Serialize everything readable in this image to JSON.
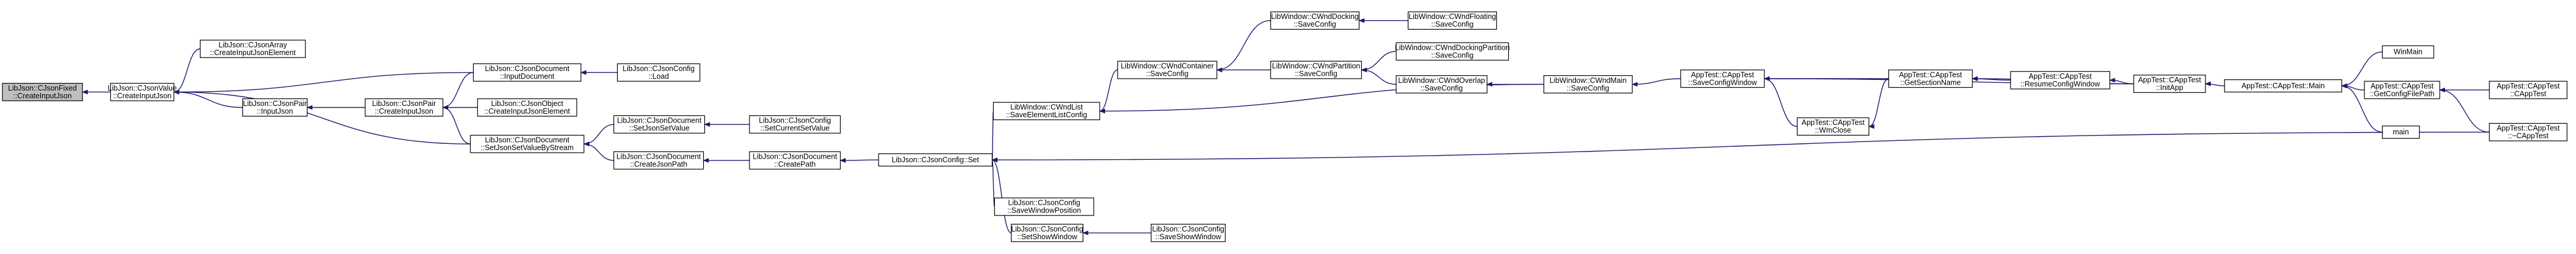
{
  "colors": {
    "edge": "#191970",
    "root_fill": "#bfbfbf",
    "node_fill": "#ffffff",
    "node_border": "#000000"
  },
  "nodes": [
    {
      "id": "n0",
      "lines": [
        "LibJson::CJsonFixed",
        "::CreateInputJson"
      ]
    },
    {
      "id": "n1",
      "lines": [
        "LibJson::CJsonValue",
        "::CreateInputJson"
      ]
    },
    {
      "id": "n2",
      "lines": [
        "LibJson::CJsonArray",
        "::CreateInputJsonElement"
      ]
    },
    {
      "id": "n3",
      "lines": [
        "LibJson::CJsonPair",
        "::InputJson"
      ]
    },
    {
      "id": "n4",
      "lines": [
        "LibJson::CJsonDocument",
        "::InputDocument"
      ]
    },
    {
      "id": "n5",
      "lines": [
        "LibJson::CJsonPair",
        "::CreateInputJson"
      ]
    },
    {
      "id": "n6",
      "lines": [
        "LibJson::CJsonObject",
        "::CreateInputJsonElement"
      ]
    },
    {
      "id": "n7",
      "lines": [
        "LibJson::CJsonDocument",
        "::SetJsonSetValueByStream"
      ]
    },
    {
      "id": "n8",
      "lines": [
        "LibJson::CJsonConfig",
        "::Load"
      ]
    },
    {
      "id": "n9",
      "lines": [
        "LibJson::CJsonDocument",
        "::SetJsonSetValue"
      ]
    },
    {
      "id": "n10",
      "lines": [
        "LibJson::CJsonDocument",
        "::CreateJsonPath"
      ]
    },
    {
      "id": "n11",
      "lines": [
        "LibJson::CJsonConfig",
        "::SetCurrentSetValue"
      ]
    },
    {
      "id": "n12",
      "lines": [
        "LibJson::CJsonDocument",
        "::CreatePath"
      ]
    },
    {
      "id": "n13",
      "lines": [
        "LibJson::CJsonConfig::Set"
      ]
    },
    {
      "id": "n14",
      "lines": [
        "LibWindow::CWndList",
        "::SaveElementListConfig"
      ]
    },
    {
      "id": "n15",
      "lines": [
        "LibJson::CJsonConfig",
        "::SaveWindowPosition"
      ]
    },
    {
      "id": "n16",
      "lines": [
        "LibJson::CJsonConfig",
        "::SetShowWindow"
      ]
    },
    {
      "id": "n17",
      "lines": [
        "LibJson::CJsonConfig",
        "::SaveShowWindow"
      ]
    },
    {
      "id": "n18",
      "lines": [
        "LibWindow::CWndContainer",
        "::SaveConfig"
      ]
    },
    {
      "id": "n19",
      "lines": [
        "LibWindow::CWndDocking",
        "::SaveConfig"
      ]
    },
    {
      "id": "n20",
      "lines": [
        "LibWindow::CWndPartition",
        "::SaveConfig"
      ]
    },
    {
      "id": "n21",
      "lines": [
        "LibWindow::CWndFloating",
        "::SaveConfig"
      ]
    },
    {
      "id": "n22",
      "lines": [
        "LibWindow::CWndDockingPartition",
        "::SaveConfig"
      ]
    },
    {
      "id": "n23",
      "lines": [
        "LibWindow::CWndOverlap",
        "::SaveConfig"
      ]
    },
    {
      "id": "n24",
      "lines": [
        "LibWindow::CWndMain",
        "::SaveConfig"
      ]
    },
    {
      "id": "n25",
      "lines": [
        "AppTest::CAppTest",
        "::SaveConfigWindow"
      ]
    },
    {
      "id": "n26",
      "lines": [
        "AppTest::CAppTest",
        "::GetSectionName"
      ]
    },
    {
      "id": "n27",
      "lines": [
        "AppTest::CAppTest",
        "::WmClose"
      ]
    },
    {
      "id": "n28",
      "lines": [
        "AppTest::CAppTest",
        "::ResumeConfigWindow"
      ]
    },
    {
      "id": "n29",
      "lines": [
        "AppTest::CAppTest",
        "::InitApp"
      ]
    },
    {
      "id": "n30",
      "lines": [
        "AppTest::CAppTest::Main"
      ]
    },
    {
      "id": "n31",
      "lines": [
        "WinMain"
      ]
    },
    {
      "id": "n32",
      "lines": [
        "AppTest::CAppTest",
        "::GetConfigFilePath"
      ]
    },
    {
      "id": "n33",
      "lines": [
        "main"
      ]
    },
    {
      "id": "n34",
      "lines": [
        "AppTest::CAppTest",
        "::CAppTest"
      ]
    },
    {
      "id": "n35",
      "lines": [
        "AppTest::CAppTest",
        "::~CAppTest"
      ]
    }
  ],
  "edges": [
    {
      "from": "n1",
      "to": "n0"
    },
    {
      "from": "n2",
      "to": "n1"
    },
    {
      "from": "n3",
      "to": "n1"
    },
    {
      "from": "n4",
      "to": "n1"
    },
    {
      "from": "n7",
      "to": "n1"
    },
    {
      "from": "n5",
      "to": "n3"
    },
    {
      "from": "n4",
      "to": "n5"
    },
    {
      "from": "n6",
      "to": "n5"
    },
    {
      "from": "n7",
      "to": "n5"
    },
    {
      "from": "n8",
      "to": "n4"
    },
    {
      "from": "n9",
      "to": "n7"
    },
    {
      "from": "n10",
      "to": "n7"
    },
    {
      "from": "n11",
      "to": "n9"
    },
    {
      "from": "n12",
      "to": "n10"
    },
    {
      "from": "n13",
      "to": "n12"
    },
    {
      "from": "n14",
      "to": "n13"
    },
    {
      "from": "n15",
      "to": "n13"
    },
    {
      "from": "n16",
      "to": "n13"
    },
    {
      "from": "n35",
      "to": "n13"
    },
    {
      "from": "n17",
      "to": "n16"
    },
    {
      "from": "n18",
      "to": "n14"
    },
    {
      "from": "n24",
      "to": "n14"
    },
    {
      "from": "n19",
      "to": "n18"
    },
    {
      "from": "n20",
      "to": "n18"
    },
    {
      "from": "n21",
      "to": "n19"
    },
    {
      "from": "n22",
      "to": "n20"
    },
    {
      "from": "n23",
      "to": "n20"
    },
    {
      "from": "n24",
      "to": "n23"
    },
    {
      "from": "n25",
      "to": "n24"
    },
    {
      "from": "n26",
      "to": "n25"
    },
    {
      "from": "n27",
      "to": "n25"
    },
    {
      "from": "n29",
      "to": "n25"
    },
    {
      "from": "n28",
      "to": "n26"
    },
    {
      "from": "n29",
      "to": "n26"
    },
    {
      "from": "n26",
      "to": "n27"
    },
    {
      "from": "n29",
      "to": "n28"
    },
    {
      "from": "n30",
      "to": "n29"
    },
    {
      "from": "n31",
      "to": "n30"
    },
    {
      "from": "n32",
      "to": "n30"
    },
    {
      "from": "n33",
      "to": "n30"
    },
    {
      "from": "n34",
      "to": "n32"
    },
    {
      "from": "n35",
      "to": "n32"
    }
  ]
}
